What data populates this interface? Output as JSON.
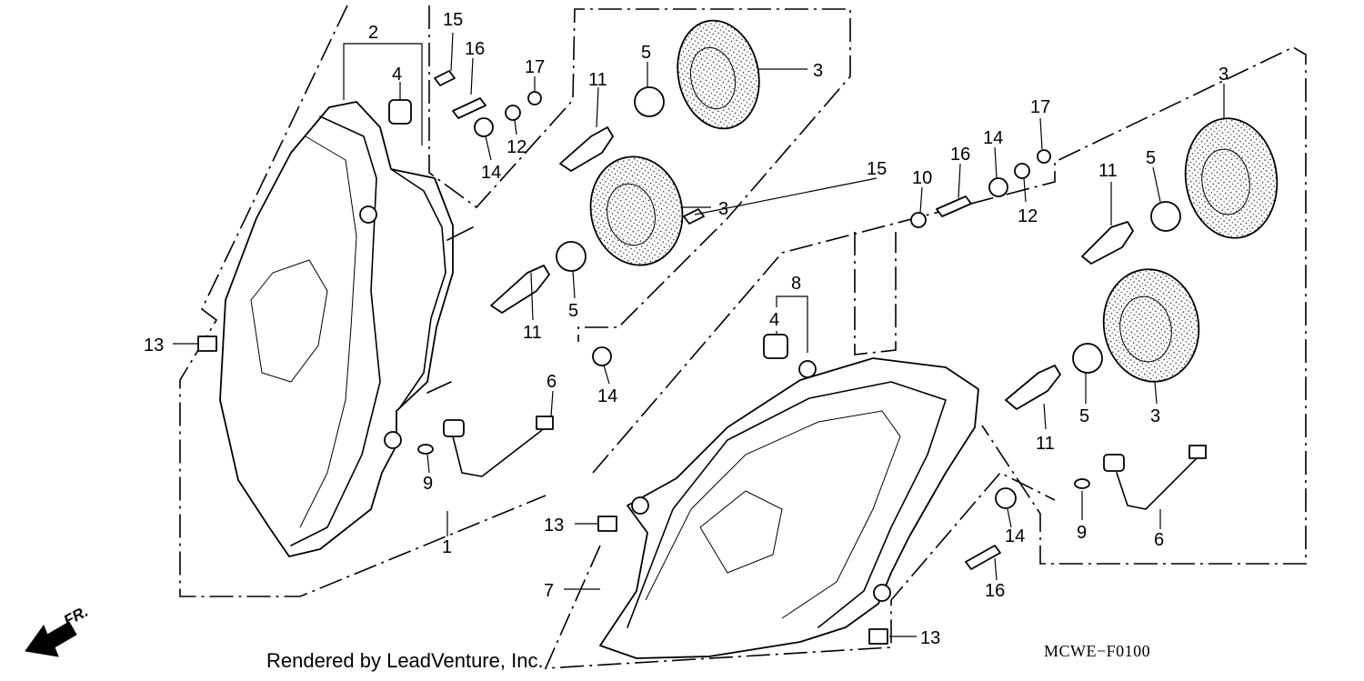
{
  "diagram": {
    "credit": "Rendered by LeadVenture, Inc.",
    "drawing_code": "MCWE−F0100",
    "direction_label": "FR.",
    "labels": [
      {
        "id": "l2a",
        "text": "2"
      },
      {
        "id": "l4a",
        "text": "4"
      },
      {
        "id": "l15a",
        "text": "15"
      },
      {
        "id": "l16a",
        "text": "16"
      },
      {
        "id": "l17a",
        "text": "17"
      },
      {
        "id": "l12a",
        "text": "12"
      },
      {
        "id": "l14a",
        "text": "14"
      },
      {
        "id": "l11a",
        "text": "11"
      },
      {
        "id": "l5a",
        "text": "5"
      },
      {
        "id": "l3a",
        "text": "3"
      },
      {
        "id": "l3b",
        "text": "3"
      },
      {
        "id": "l5b",
        "text": "5"
      },
      {
        "id": "l11b",
        "text": "11"
      },
      {
        "id": "l13a",
        "text": "13"
      },
      {
        "id": "l14b",
        "text": "14"
      },
      {
        "id": "l6a",
        "text": "6"
      },
      {
        "id": "l9a",
        "text": "9"
      },
      {
        "id": "l1a",
        "text": "1"
      },
      {
        "id": "l15b",
        "text": "15"
      },
      {
        "id": "l10a",
        "text": "10"
      },
      {
        "id": "l16b",
        "text": "16"
      },
      {
        "id": "l14c",
        "text": "14"
      },
      {
        "id": "l17b",
        "text": "17"
      },
      {
        "id": "l12b",
        "text": "12"
      },
      {
        "id": "l3c",
        "text": "3"
      },
      {
        "id": "l11c",
        "text": "11"
      },
      {
        "id": "l5c",
        "text": "5"
      },
      {
        "id": "l8a",
        "text": "8"
      },
      {
        "id": "l4b",
        "text": "4"
      },
      {
        "id": "l3d",
        "text": "3"
      },
      {
        "id": "l5d",
        "text": "5"
      },
      {
        "id": "l11d",
        "text": "11"
      },
      {
        "id": "l13b",
        "text": "13"
      },
      {
        "id": "l7a",
        "text": "7"
      },
      {
        "id": "l14d",
        "text": "14"
      },
      {
        "id": "l9b",
        "text": "9"
      },
      {
        "id": "l6b",
        "text": "6"
      },
      {
        "id": "l16c",
        "text": "16"
      },
      {
        "id": "l13c",
        "text": "13"
      }
    ]
  }
}
